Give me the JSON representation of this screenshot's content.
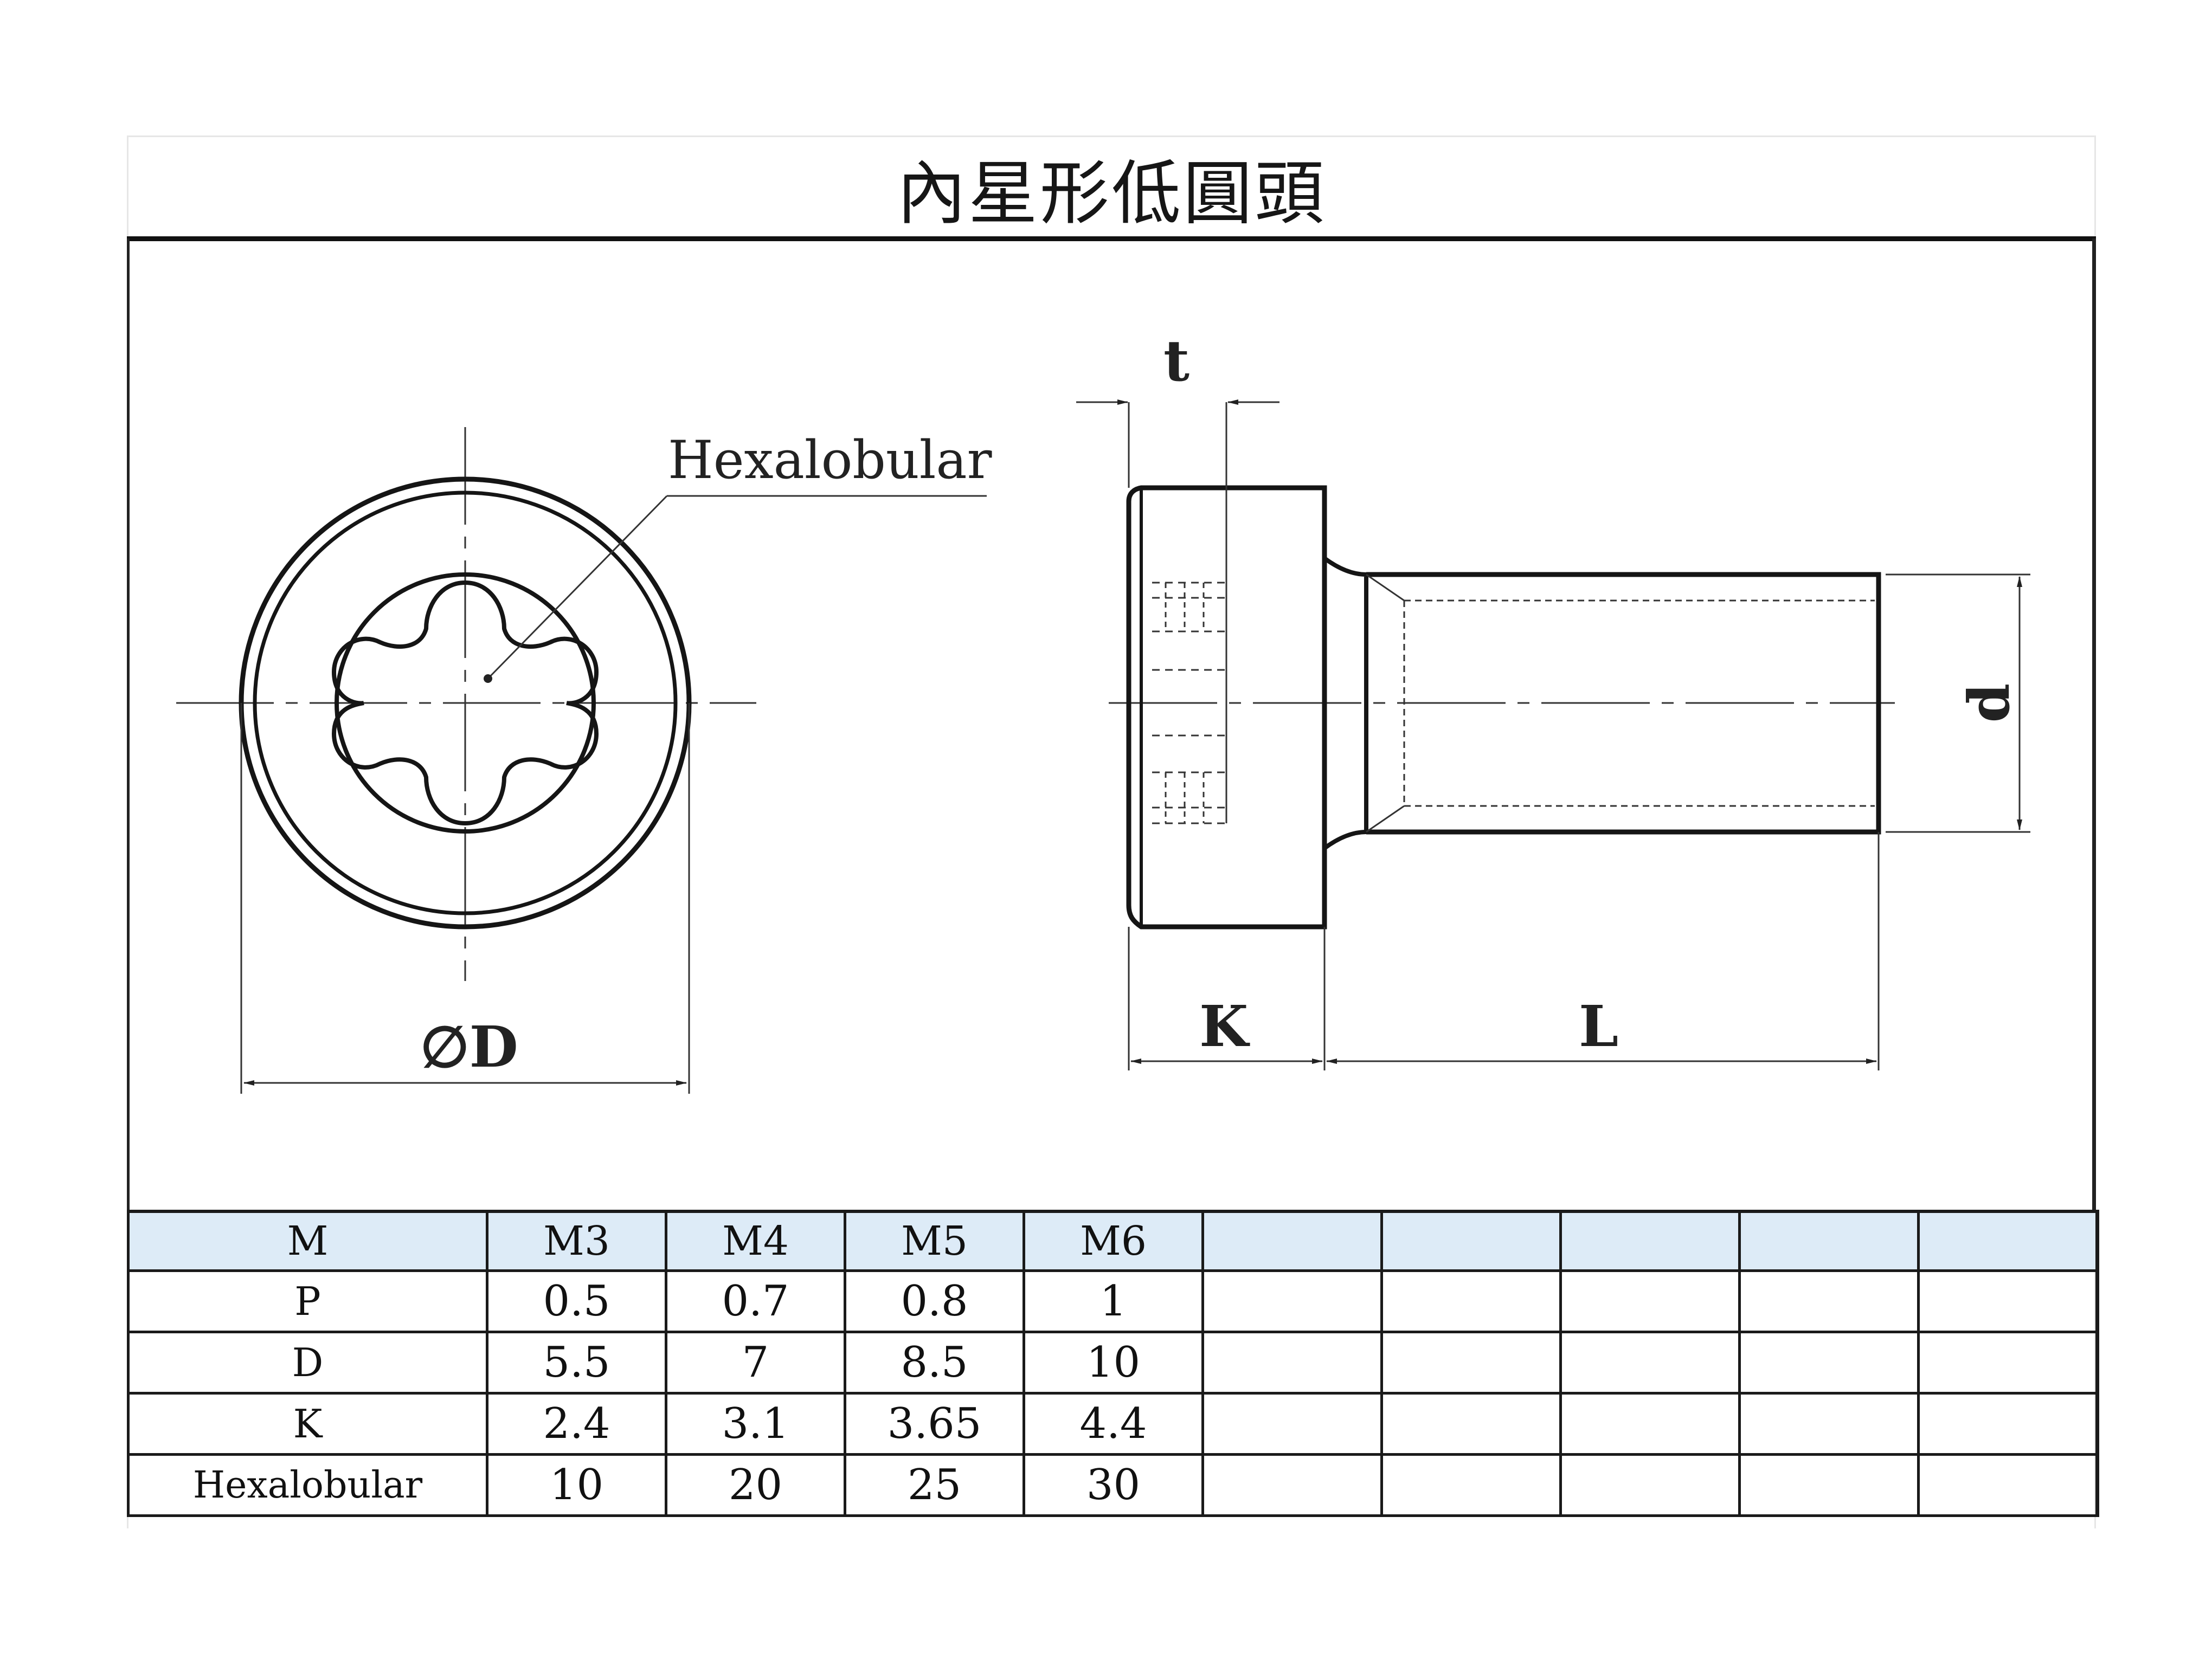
{
  "title": "內星形低圓頭",
  "drawing": {
    "front_view": {
      "drive_label": "Hexalobular",
      "diameter_label": "∅D"
    },
    "side_view": {
      "t_label": "t",
      "k_label": "K",
      "l_label": "L",
      "d_label": "d"
    }
  },
  "table": {
    "header": [
      "M",
      "M3",
      "M4",
      "M5",
      "M6",
      "",
      "",
      "",
      "",
      ""
    ],
    "rows": [
      {
        "label": "P",
        "values": [
          "0.5",
          "0.7",
          "0.8",
          "1",
          "",
          "",
          "",
          "",
          ""
        ]
      },
      {
        "label": "D",
        "values": [
          "5.5",
          "7",
          "8.5",
          "10",
          "",
          "",
          "",
          "",
          ""
        ]
      },
      {
        "label": "K",
        "values": [
          "2.4",
          "3.1",
          "3.65",
          "4.4",
          "",
          "",
          "",
          "",
          ""
        ]
      },
      {
        "label": "Hexalobular",
        "values": [
          "10",
          "20",
          "25",
          "30",
          "",
          "",
          "",
          "",
          ""
        ]
      }
    ]
  },
  "colors": {
    "header_fill": "#ddebf7",
    "line": "#1a1a1a"
  }
}
